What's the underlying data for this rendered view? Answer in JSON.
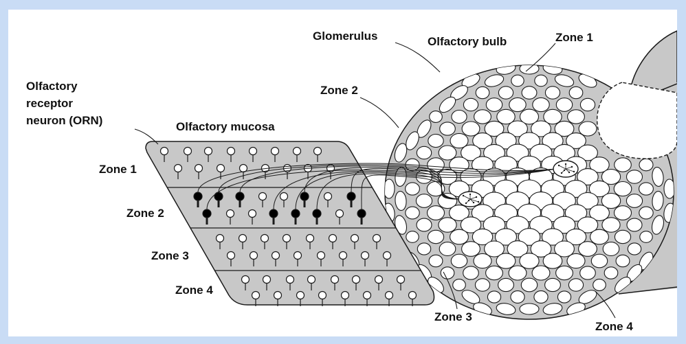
{
  "labels": {
    "glomerulus": "Glomerulus",
    "olfactory_bulb": "Olfactory bulb",
    "bulb_zone_1": "Zone 1",
    "bulb_zone_2": "Zone 2",
    "bulb_zone_3": "Zone 3",
    "bulb_zone_4": "Zone 4",
    "orn_line_1": "Olfactory",
    "orn_line_2": "receptor",
    "orn_line_3": "neuron (ORN)",
    "olfactory_mucosa": "Olfactory mucosa",
    "mucosa_zone_1": "Zone 1",
    "mucosa_zone_2": "Zone 2",
    "mucosa_zone_3": "Zone 3",
    "mucosa_zone_4": "Zone 4"
  },
  "colors": {
    "frame": "#c9dcf5",
    "tissue": "#c8c8c8",
    "outline": "#1a1a1a",
    "glomerulus_fill": "#ffffff",
    "highlighted_neuron": "#000000",
    "neuron_fill": "#ffffff"
  }
}
